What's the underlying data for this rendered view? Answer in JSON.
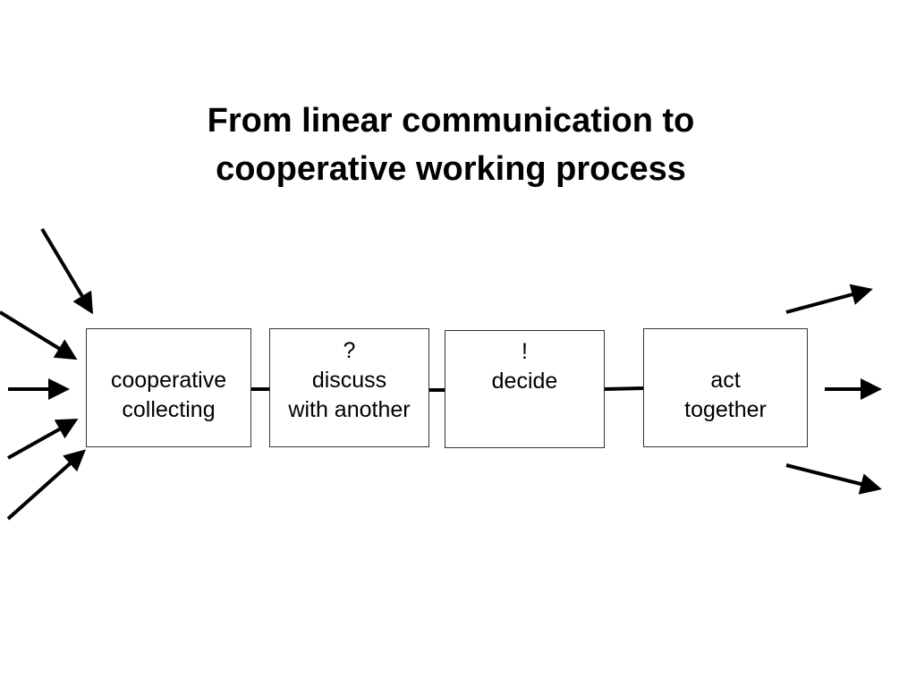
{
  "title": {
    "line1": "From linear communication to",
    "line2": "cooperative working process"
  },
  "steps": [
    {
      "lines": [
        "cooperative",
        "collecting"
      ]
    },
    {
      "symbol": "?",
      "lines": [
        "discuss",
        "with another"
      ]
    },
    {
      "symbol": "!",
      "lines": [
        "decide"
      ]
    },
    {
      "lines": [
        "act",
        "together"
      ]
    }
  ],
  "incoming_arrow_count": 5,
  "outgoing_arrow_count": 3,
  "colors": {
    "line": "#000000",
    "box_border": "#333333",
    "background": "#ffffff"
  }
}
